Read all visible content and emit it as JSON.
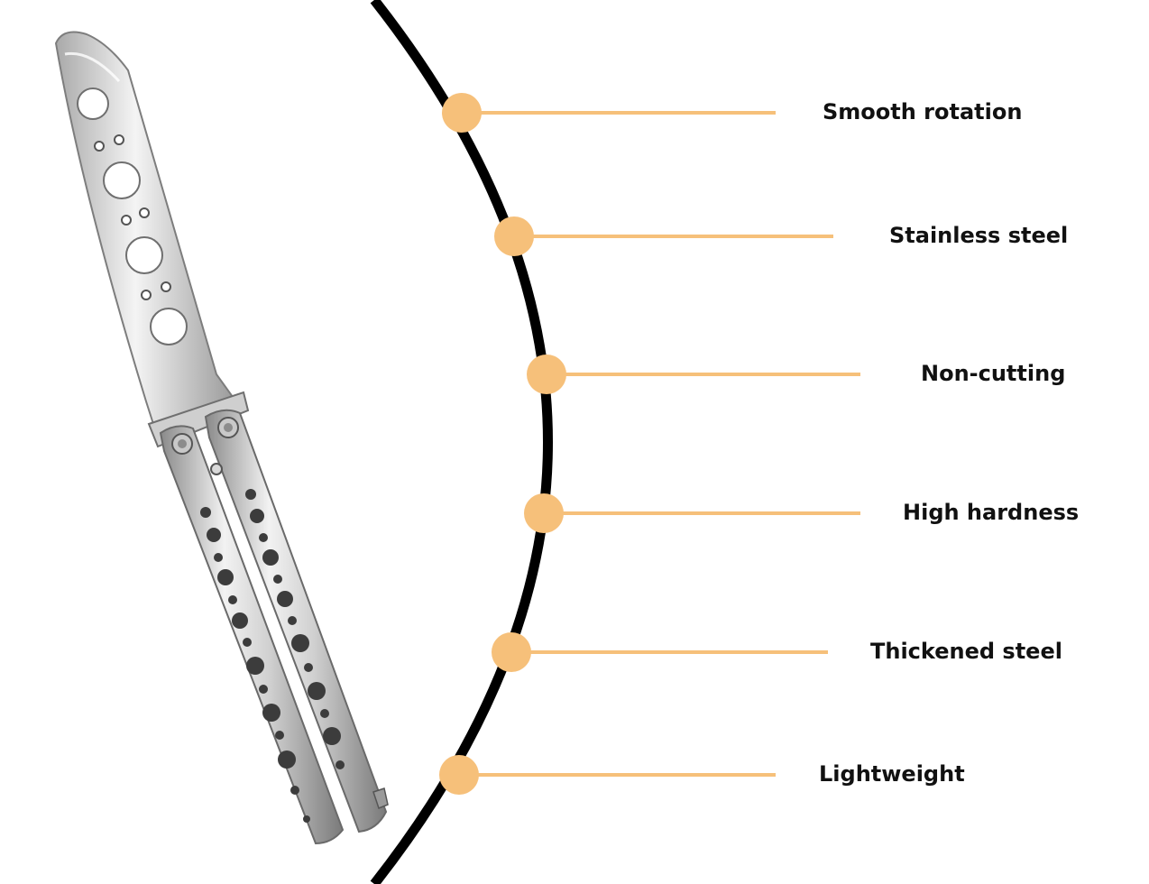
{
  "product": {
    "name": "butterfly-trainer-knife",
    "finish": "stainless-silver"
  },
  "colors": {
    "background": "#ffffff",
    "arc": "#000000",
    "accent": "#f6c07a",
    "text": "#111111",
    "steel_light": "#e9e9e9",
    "steel_mid": "#bdbdbd",
    "steel_dark": "#6b6b6b"
  },
  "features": [
    {
      "label": "Smooth rotation"
    },
    {
      "label": "Stainless steel"
    },
    {
      "label": "Non-cutting"
    },
    {
      "label": "High hardness"
    },
    {
      "label": "Thickened steel"
    },
    {
      "label": "Lightweight"
    }
  ]
}
